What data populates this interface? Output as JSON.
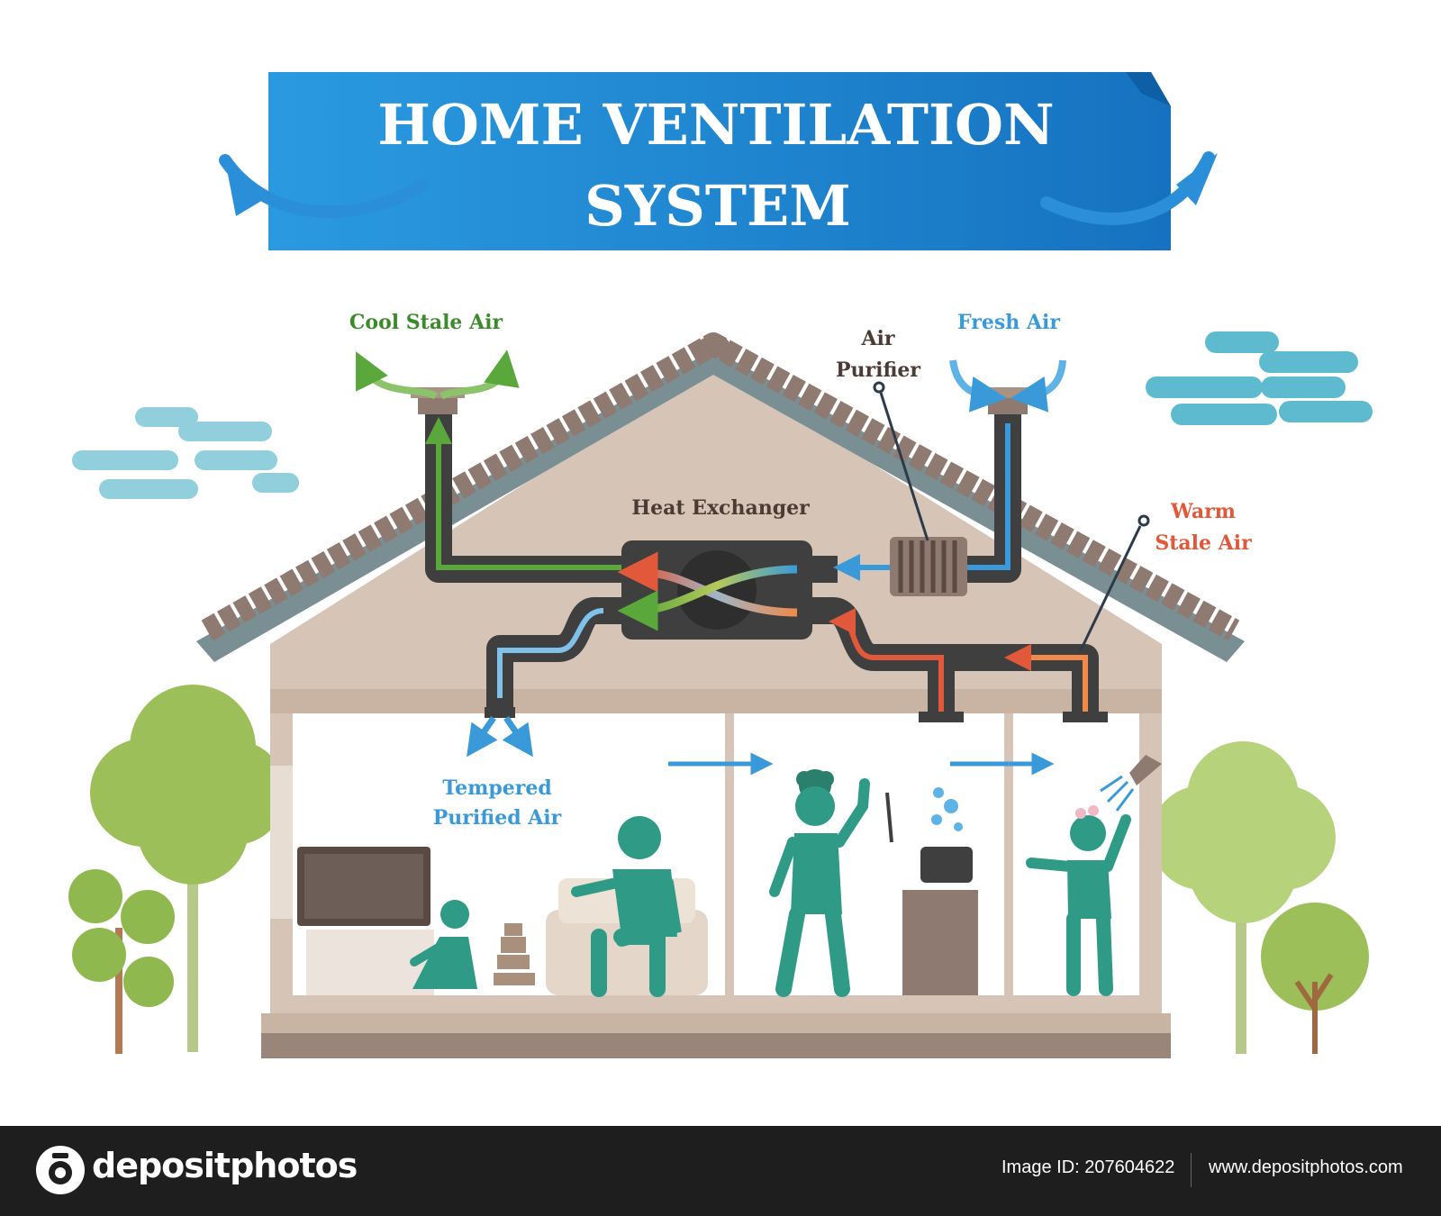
{
  "banner": {
    "title_line1": "HOME VENTILATION",
    "title_line2": "SYSTEM",
    "color": "#1f8ad6"
  },
  "labels": {
    "cool_stale_air": "Cool Stale Air",
    "fresh_air": "Fresh Air",
    "air_purifier_line1": "Air",
    "air_purifier_line2": "Purifier",
    "heat_exchanger": "Heat Exchanger",
    "warm_stale_air_line1": "Warm",
    "warm_stale_air_line2": "Stale Air",
    "tempered_line1": "Tempered",
    "tempered_line2": "Purified Air"
  },
  "colors": {
    "cool_stale": "#5aa83c",
    "fresh": "#3a9ad9",
    "warm_stale": "#e2583a",
    "label_dark": "#4a3b34",
    "duct": "#3f3f3f",
    "roof": "#8e7a70",
    "figure": "#2f9a86",
    "tree": "#9dbf5a"
  },
  "icons": {
    "sky": "cloud-icon",
    "tree": "tree-icon",
    "shower": "shower-icon",
    "tv": "tv-icon"
  },
  "footer": {
    "brand": "depositphotos",
    "image_id": "Image ID: 207604622",
    "website": "www.depositphotos.com"
  }
}
